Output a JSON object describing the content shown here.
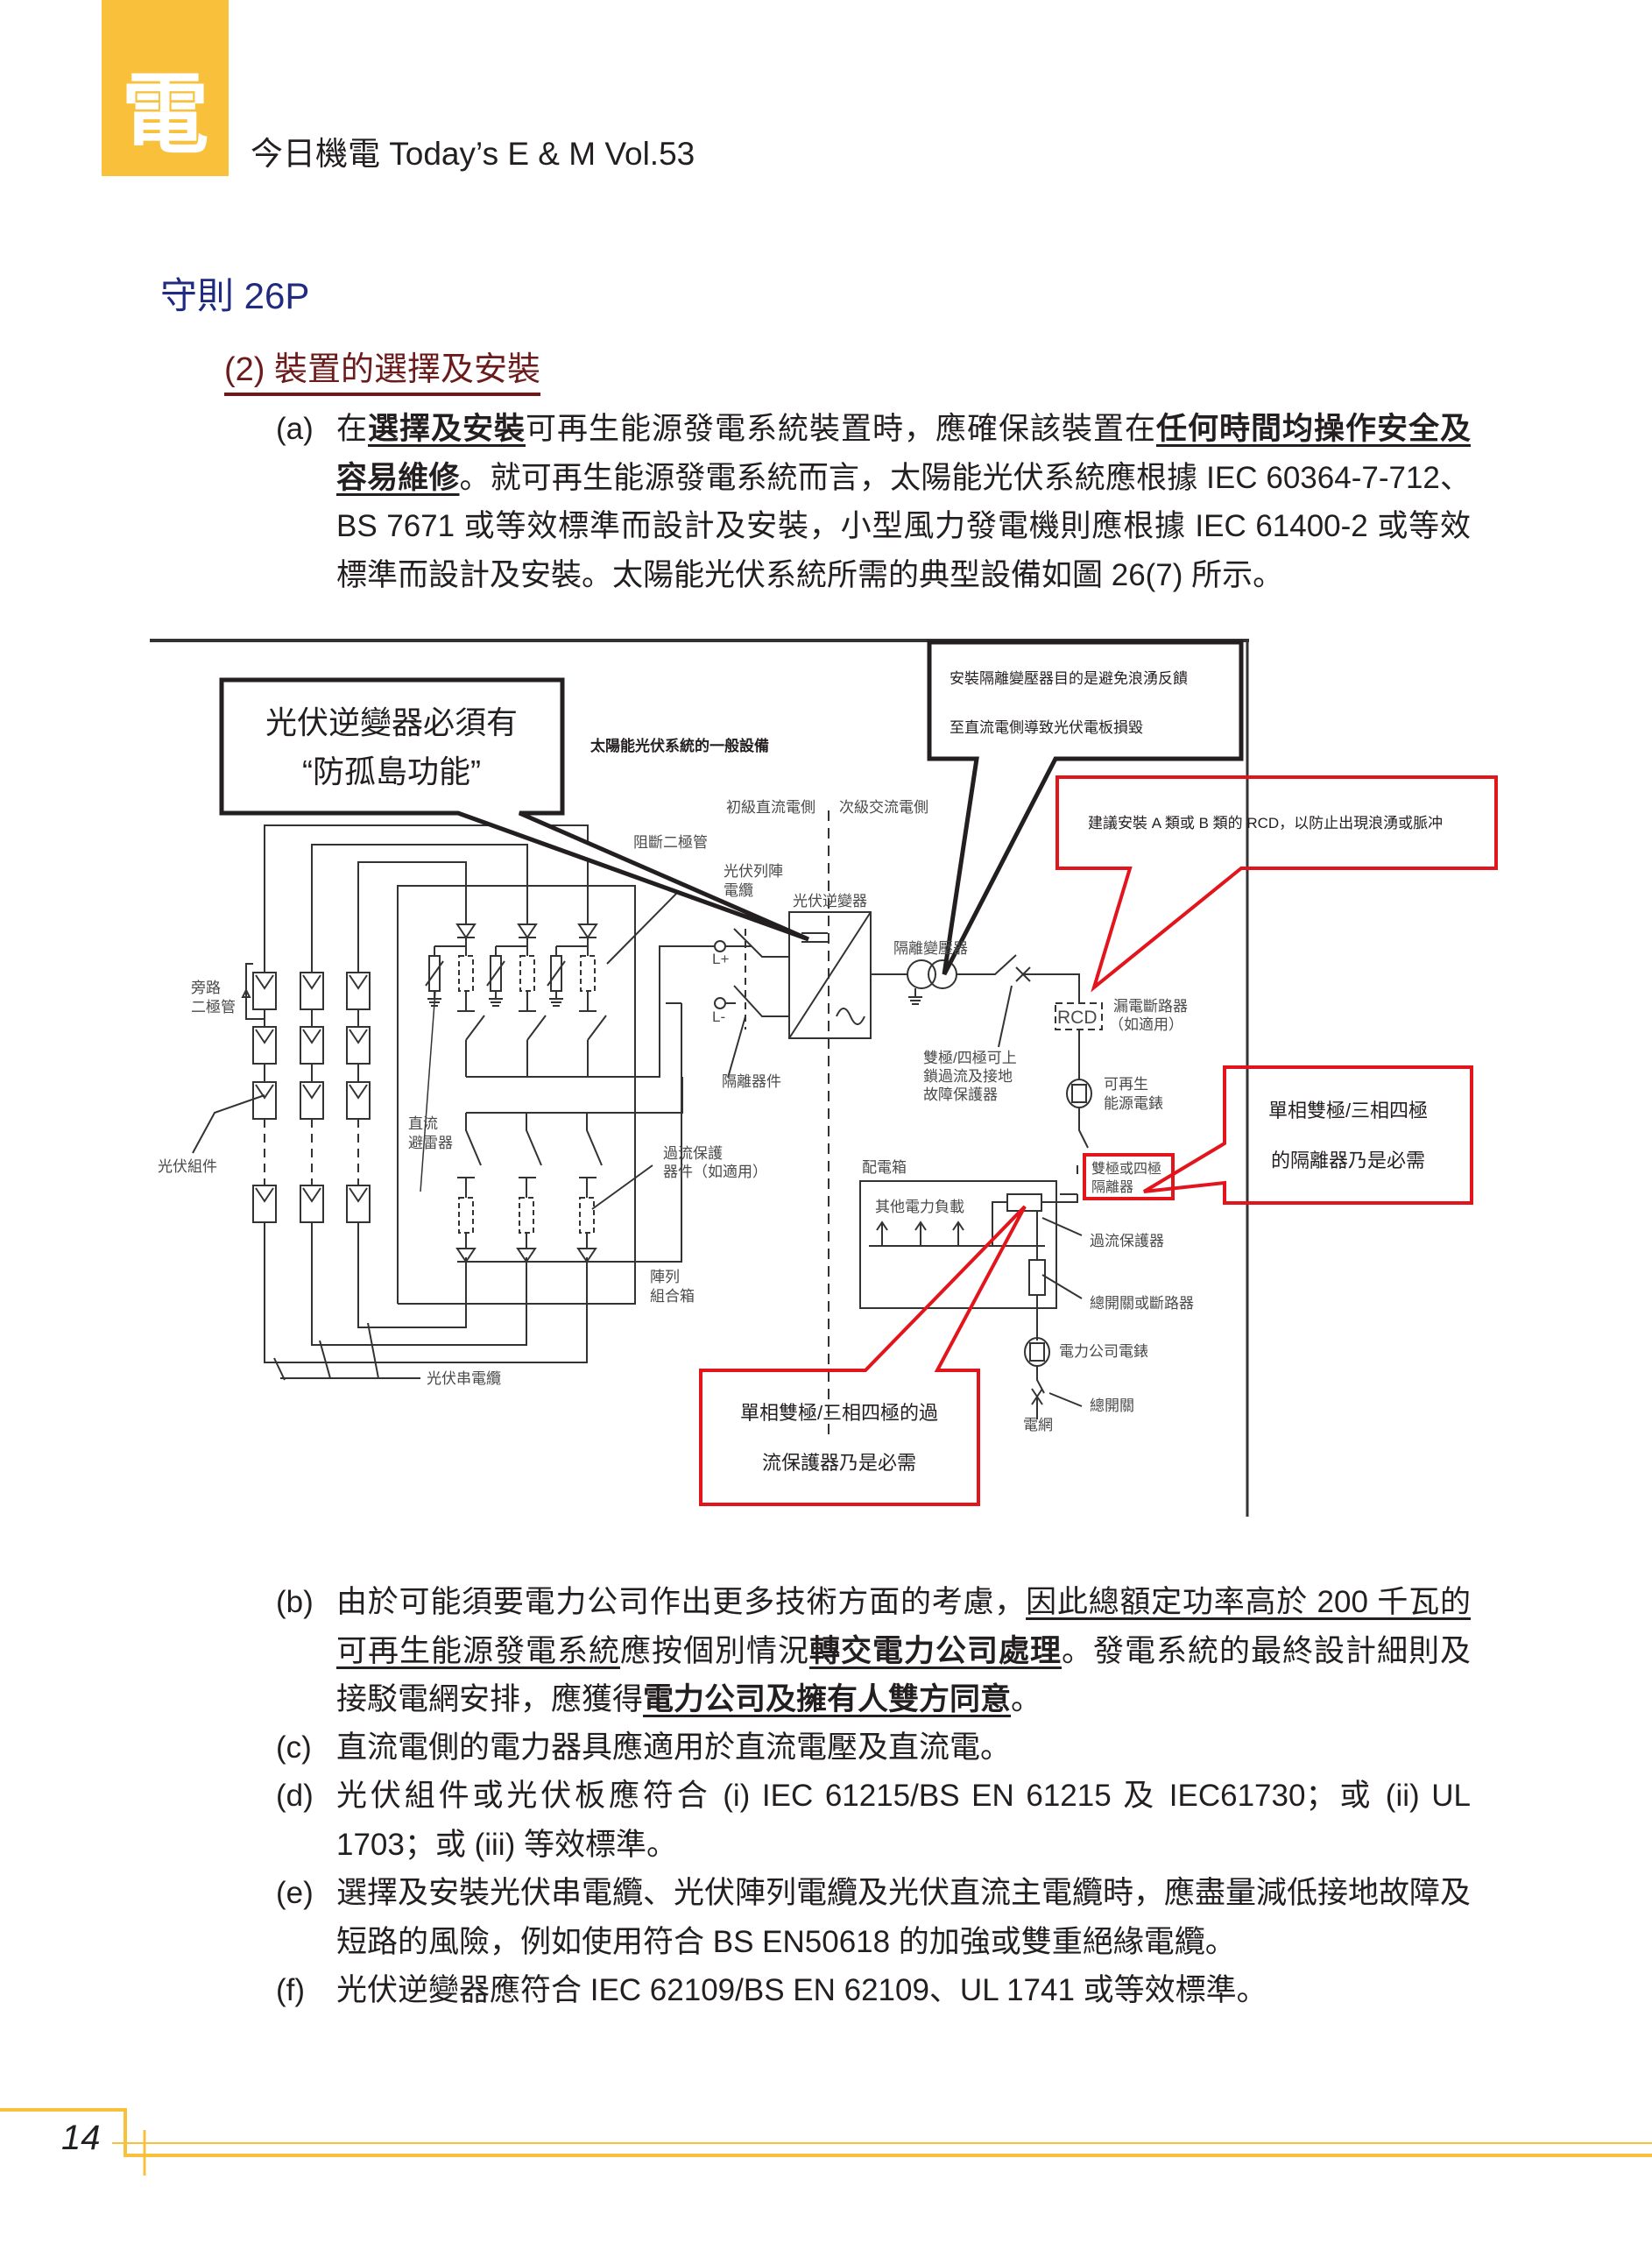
{
  "header": {
    "logo_char": "電",
    "magazine_title": "今日機電 Today’s E & M Vol.53",
    "accent_color": "#f9c03c"
  },
  "section": {
    "rule_title": "守則 26P",
    "sub_heading": "(2) 裝置的選擇及安裝"
  },
  "paragraphs": {
    "a": {
      "label": "(a)",
      "s0": "在",
      "s1": "選擇及安裝",
      "s2": "可再生能源發電系統裝置時，應確保該裝置在",
      "s3": "任何時間均操作安全及容易維修",
      "s4": "。就可再生能源發電系統而言，太陽能光伏系統應根據 IEC 60364-7-712、BS 7671 或等效標準而設計及安裝，小型風力發電機則應根據 IEC 61400-2 或等效標準而設計及安裝。太陽能光伏系統所需的典型設備如圖 26(7) 所示。"
    },
    "b": {
      "label": "(b)",
      "s0": "由於可能須要電力公司作出更多技術方面的考慮，",
      "s1": "因此總額定功率高於 200 千瓦的可再生能源發電系統",
      "s2": "應按個別情況",
      "s3": "轉交電力公司處理",
      "s4": "。發電系統的最終設計細則及接駁電網安排，應獲得",
      "s5": "電力公司及擁有人雙方同意",
      "s6": "。"
    },
    "c": {
      "label": "(c)",
      "text": "直流電側的電力器具應適用於直流電壓及直流電。"
    },
    "d": {
      "label": "(d)",
      "text": "光伏組件或光伏板應符合 (i) IEC 61215/BS EN 61215 及 IEC61730；或 (ii) UL 1703；或 (iii) 等效標準。"
    },
    "e": {
      "label": "(e)",
      "text": "選擇及安裝光伏串電纜、光伏陣列電纜及光伏直流主電纜時，應盡量減低接地故障及短路的風險，例如使用符合 BS EN50618 的加強或雙重絕緣電纜。"
    },
    "f": {
      "label": "(f)",
      "text": "光伏逆變器應符合 IEC 62109/BS EN 62109、UL 1741 或等效標準。"
    }
  },
  "diagram": {
    "title": "太陽能光伏系統的一般設備",
    "callout_anti_islanding": [
      "光伏逆變器必須有",
      "“防孤島功能”"
    ],
    "callout_transformer": [
      "安裝隔離變壓器目的是避免浪湧反饋",
      "至直流電側導致光伏電板損毀"
    ],
    "callout_rcd": "建議安裝 A 類或 B 類的 RCD，以防止出現浪湧或脈冲",
    "callout_isolator": [
      "單相雙極/三相四極",
      "的隔離器乃是必需"
    ],
    "callout_ocp": [
      "單相雙極/三相四極的過",
      "流保護器乃是必需"
    ],
    "labels": {
      "dc_side": "初級直流電側",
      "ac_side": "次級交流電側",
      "blocking_diode": "阻斷二極管",
      "array_cable": [
        "光伏列陣",
        "電纜"
      ],
      "inverter": "光伏逆變器",
      "bypass_diode": [
        "旁路",
        "二極管"
      ],
      "l_plus": "L+",
      "l_minus": "L-",
      "isolation_transformer": "隔離變壓器",
      "rcd_box": "RCD",
      "rcd": [
        "漏電斷路器",
        "（如適用）"
      ],
      "lockable_protector": [
        "雙極/四極可上",
        "鎖過流及接地",
        "故障保護器"
      ],
      "isolator_device": "隔離器件",
      "re_meter": [
        "可再生",
        "能源電錶"
      ],
      "pv_module": "光伏組件",
      "dc_surge": [
        "直流",
        "避雷器"
      ],
      "ocp_device": [
        "過流保護",
        "器件（如適用）"
      ],
      "dist_board": "配電箱",
      "isolator": [
        "雙極或四極",
        "隔離器"
      ],
      "other_loads": "其他電力負載",
      "ocp": "過流保護器",
      "main_switch_breaker": "總開關或斷路器",
      "array_junction": [
        "陣列",
        "組合箱"
      ],
      "utility_meter": "電力公司電錶",
      "main_switch": "總開關",
      "grid": "電網",
      "string_cable": "光伏串電纜"
    },
    "callout_red": "#e3151c"
  },
  "footer": {
    "page_number": "14"
  }
}
